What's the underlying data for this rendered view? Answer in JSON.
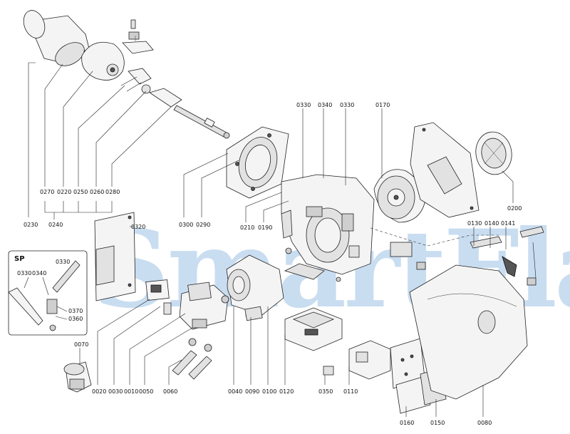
{
  "watermark": "SmartFlam",
  "sp_box": {
    "title": "SP",
    "labels": [
      "0330",
      "0330",
      "0340",
      "0370",
      "0360"
    ]
  },
  "labels": [
    "0230",
    "0270",
    "0220",
    "0250",
    "0260",
    "0280",
    "0240",
    "0330",
    "0340",
    "0330",
    "0170",
    "0300",
    "0290",
    "0210",
    "0190",
    "0320",
    "0200",
    "0130",
    "0140",
    "0141",
    "0070",
    "0020",
    "0030",
    "0010",
    "0050",
    "0060",
    "0040",
    "0090",
    "0100",
    "0120",
    "0350",
    "0110",
    "0160",
    "0150",
    "0080"
  ]
}
